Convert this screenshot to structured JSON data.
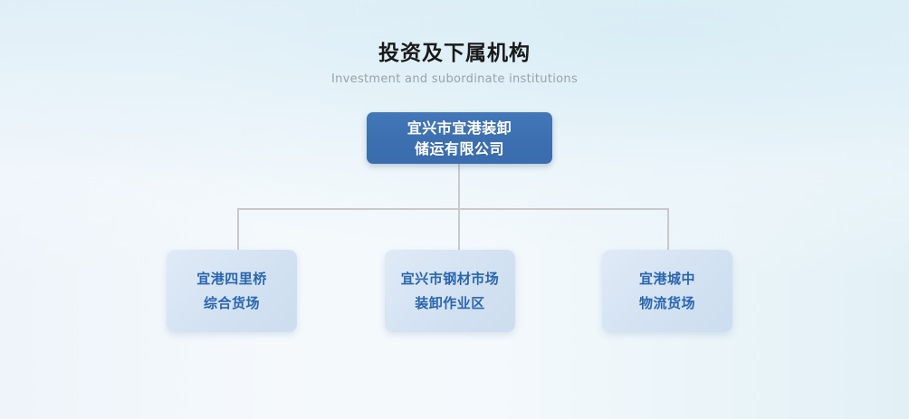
{
  "page": {
    "title_cn": "投资及下属机构",
    "title_en": "Investment and subordinate institutions",
    "background_top_left": "#eef4fa",
    "background_top_right": "#e2f0f6",
    "background_bottom": "#ffffff"
  },
  "org_chart": {
    "connector_color": "#c9c9c9",
    "root": {
      "label": "宜兴市宜港装卸\n储运有限公司",
      "line1": "宜兴市宜港装卸",
      "line2": "储运有限公司",
      "bg_color": "#3d72b4",
      "text_color": "#ffffff"
    },
    "children": [
      {
        "label": "宜港四里桥\n综合货场",
        "line1": "宜港四里桥",
        "line2": "综合货场",
        "bg_color": "#d5e3f2",
        "text_color": "#2a66b0"
      },
      {
        "label": "宜兴市钢材市场\n装卸作业区",
        "line1": "宜兴市钢材市场",
        "line2": "装卸作业区",
        "bg_color": "#d5e3f2",
        "text_color": "#2a66b0"
      },
      {
        "label": "宜港城中\n物流货场",
        "line1": "宜港城中",
        "line2": "物流货场",
        "bg_color": "#d5e3f2",
        "text_color": "#2a66b0"
      }
    ]
  }
}
